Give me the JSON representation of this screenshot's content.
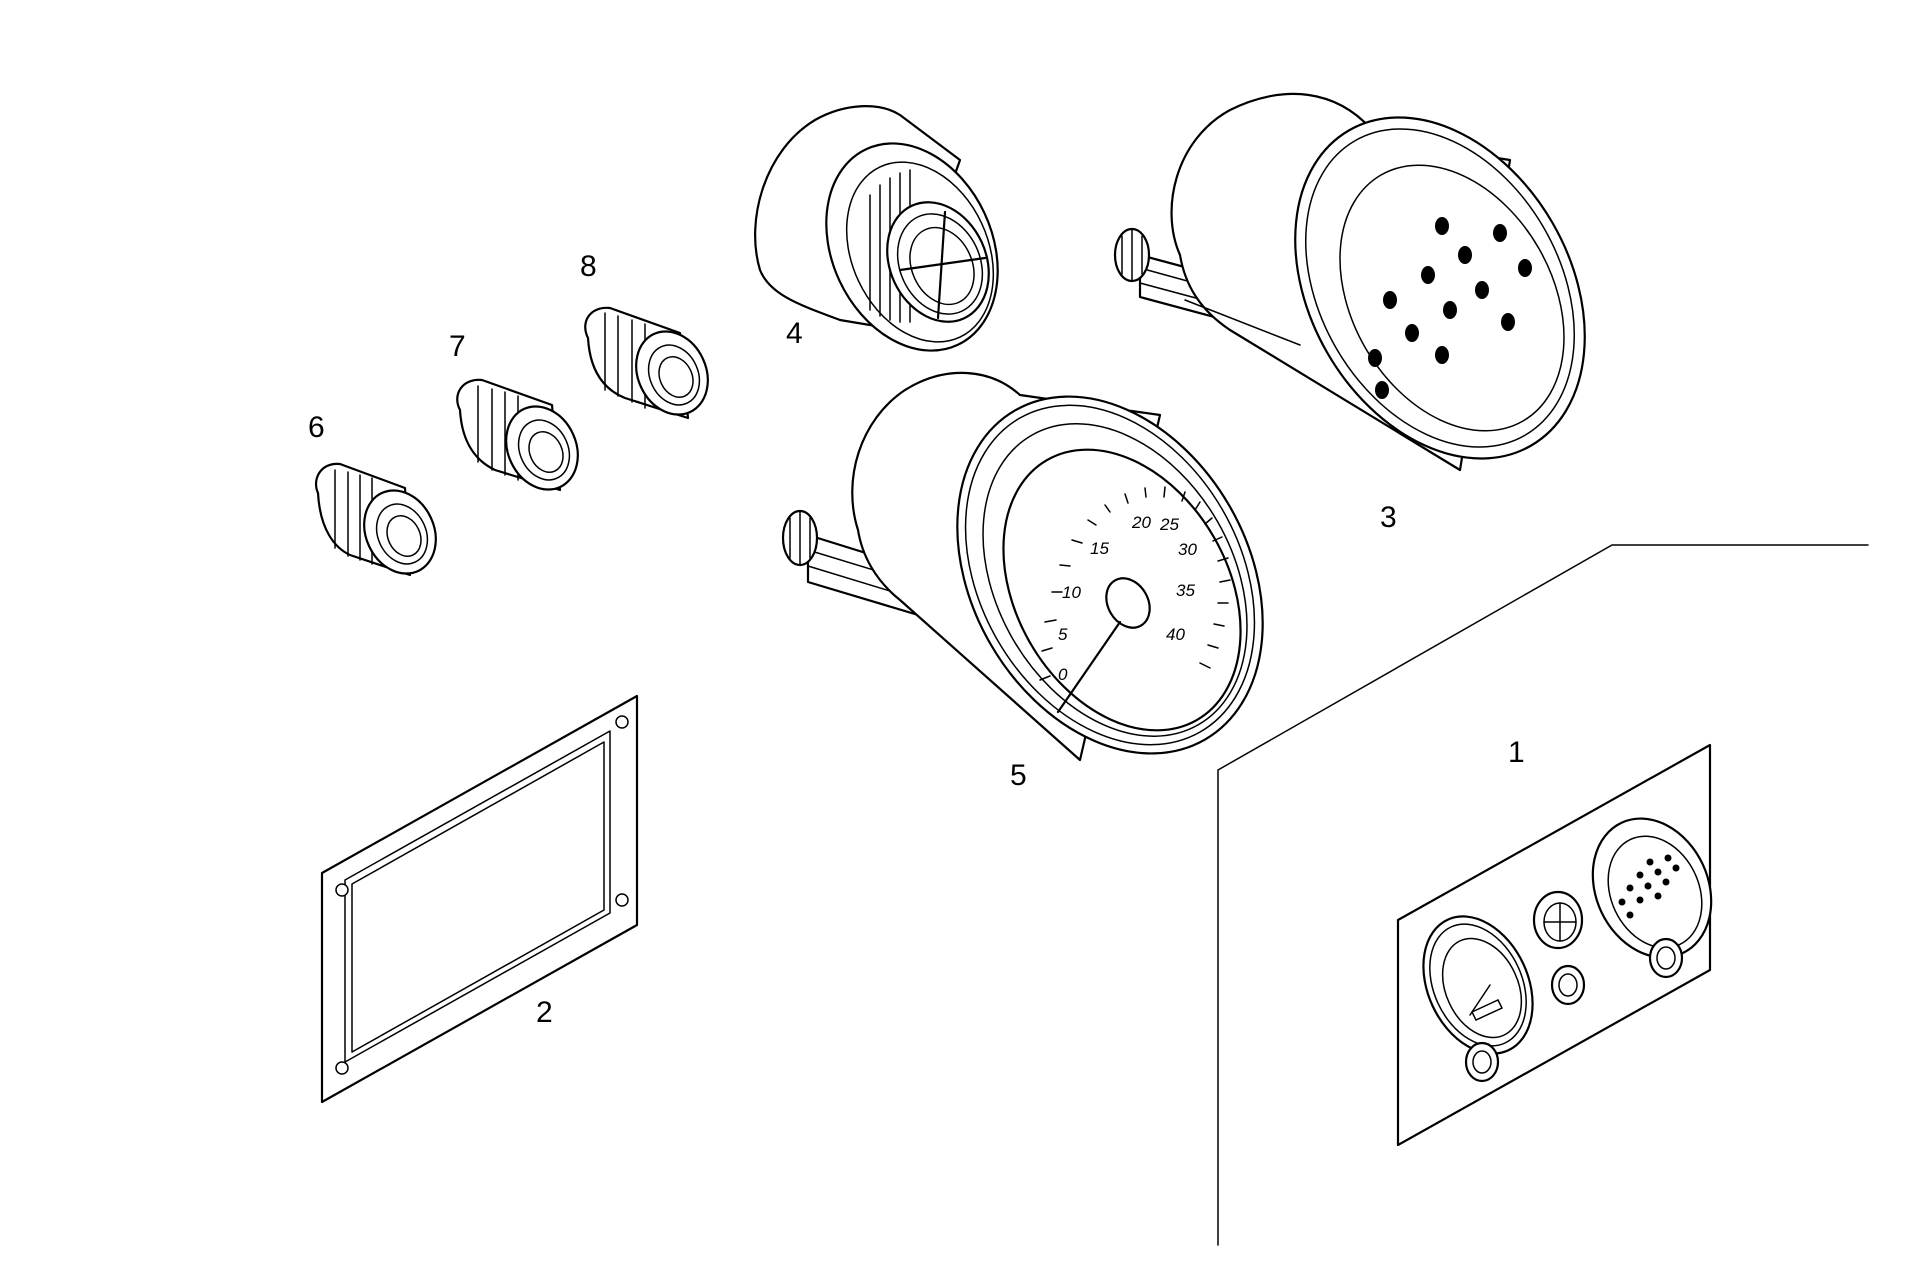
{
  "callouts": [
    {
      "id": "1",
      "text": "1"
    },
    {
      "id": "2",
      "text": "2"
    },
    {
      "id": "3",
      "text": "3"
    },
    {
      "id": "4",
      "text": "4"
    },
    {
      "id": "5",
      "text": "5"
    },
    {
      "id": "6",
      "text": "6"
    },
    {
      "id": "7",
      "text": "7"
    },
    {
      "id": "8",
      "text": "8"
    }
  ],
  "gauge_scale": [
    "0",
    "5",
    "10",
    "15",
    "20",
    "25",
    "30",
    "35",
    "40"
  ]
}
